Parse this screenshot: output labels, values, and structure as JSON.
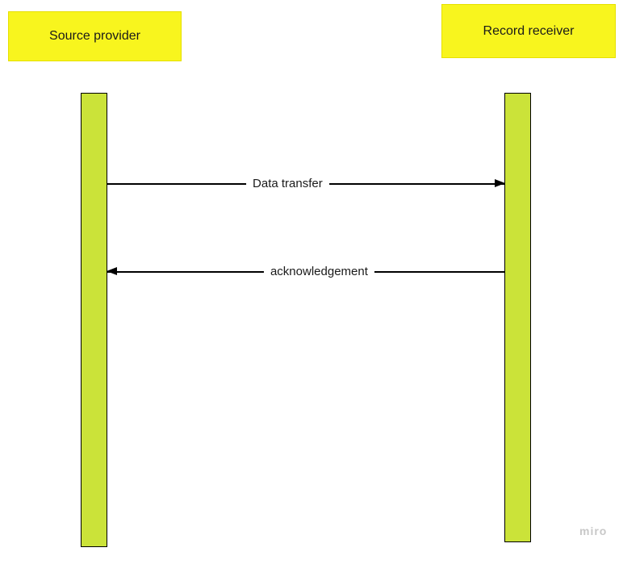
{
  "diagram": {
    "actors": [
      {
        "label": "Source provider"
      },
      {
        "label": "Record receiver"
      }
    ],
    "messages": [
      {
        "label": "Data transfer",
        "direction": "left-to-right"
      },
      {
        "label": "acknowledgement",
        "direction": "right-to-left"
      }
    ],
    "colors": {
      "actor_fill": "#f8f51e",
      "lifeline_fill": "#cbe339",
      "line": "#000000"
    }
  },
  "app": {
    "watermark": "miro"
  }
}
